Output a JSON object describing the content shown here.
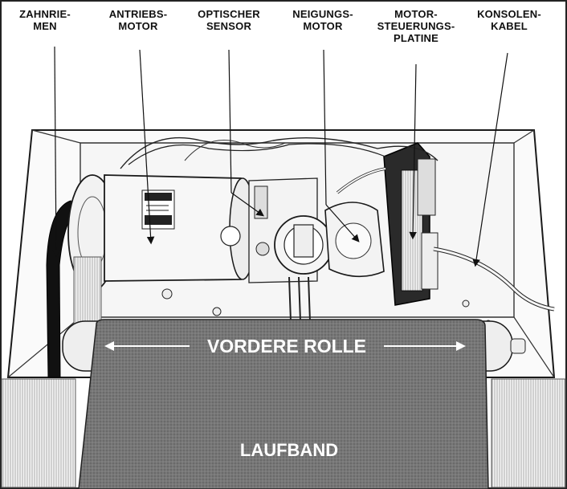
{
  "labels": {
    "zahnriemen": [
      "ZAHNRIE-",
      "MEN"
    ],
    "antriebsmotor": [
      "ANTRIEBS-",
      "MOTOR"
    ],
    "optischer_sensor": [
      "OPTISCHER",
      "SENSOR"
    ],
    "neigungsmotor": [
      "NEIGUNGS-",
      "MOTOR"
    ],
    "motorsteuerungsplatine": [
      "MOTOR-",
      "STEUERUNGS-",
      "PLATINE"
    ],
    "konsolenkabel": [
      "KONSOLEN-",
      "KABEL"
    ],
    "vordere_rolle": "VORDERE ROLLE",
    "laufband": "LAUFBAND"
  },
  "colors": {
    "belt": "#6e6e6e",
    "outline": "#1a1a1a",
    "background": "#ffffff"
  }
}
